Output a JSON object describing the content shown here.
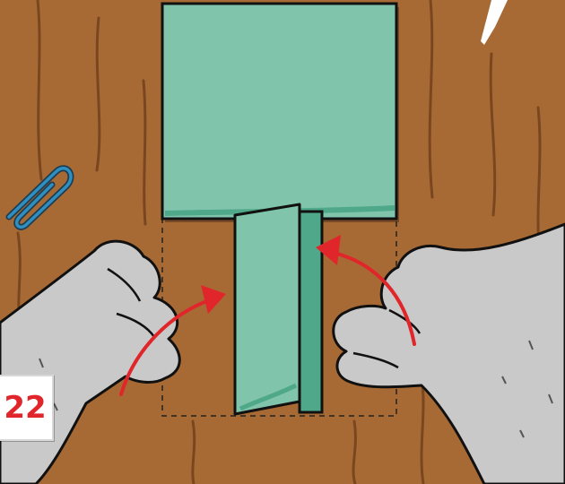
{
  "step": {
    "number": "22"
  },
  "icons": [
    "paperclip-icon",
    "curved-arrow-left",
    "curved-arrow-right"
  ],
  "colors": {
    "table": "#a86a34",
    "table_grain": "#7a4620",
    "paper_light": "#80c4ac",
    "paper_dark": "#4fa88a",
    "hand_fur": "#c9c9c9",
    "arrow": "#e0262a",
    "paperclip": "#2f8fc0",
    "badge_text": "#e0262a"
  }
}
